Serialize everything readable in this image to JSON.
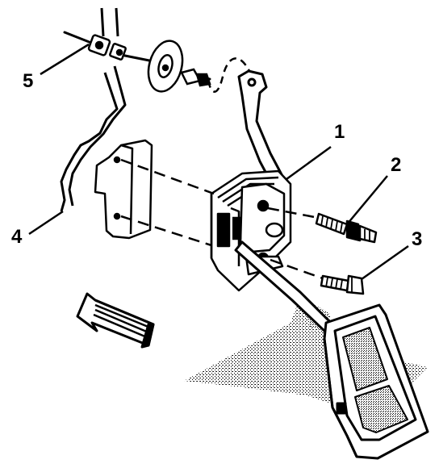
{
  "diagram": {
    "callouts": [
      {
        "id": "1",
        "label": "1"
      },
      {
        "id": "2",
        "label": "2"
      },
      {
        "id": "3",
        "label": "3"
      },
      {
        "id": "4",
        "label": "4"
      },
      {
        "id": "5",
        "label": "5"
      }
    ],
    "icons": {
      "direction_arrow": "forward-arrow-icon",
      "floor": "floor-carpet-icon"
    }
  }
}
